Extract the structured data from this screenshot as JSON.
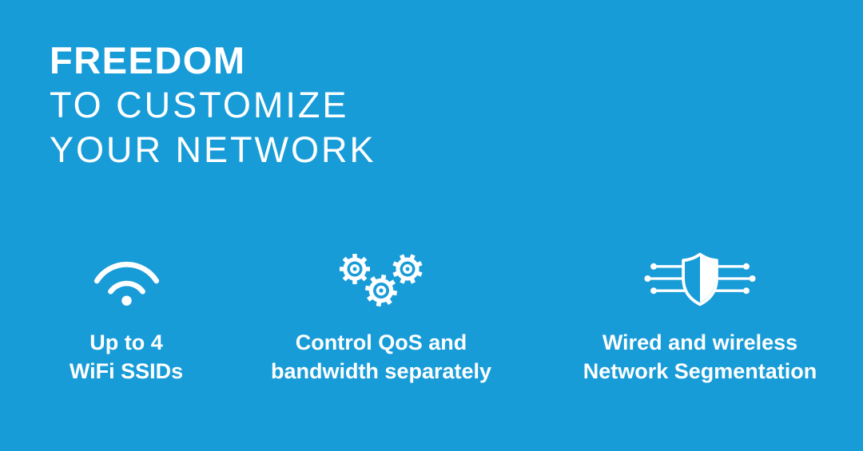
{
  "colors": {
    "background": "#189CD8",
    "text": "#FFFFFF"
  },
  "title": {
    "line1": "FREEDOM",
    "line2": "TO CUSTOMIZE",
    "line3": "YOUR NETWORK"
  },
  "features": [
    {
      "icon": "wifi-icon",
      "caption_line1": "Up to 4",
      "caption_line2": "WiFi SSIDs"
    },
    {
      "icon": "gears-icon",
      "caption_line1": "Control QoS and",
      "caption_line2": "bandwidth separately"
    },
    {
      "icon": "network-shield-icon",
      "caption_line1": "Wired and wireless",
      "caption_line2": "Network Segmentation"
    }
  ]
}
